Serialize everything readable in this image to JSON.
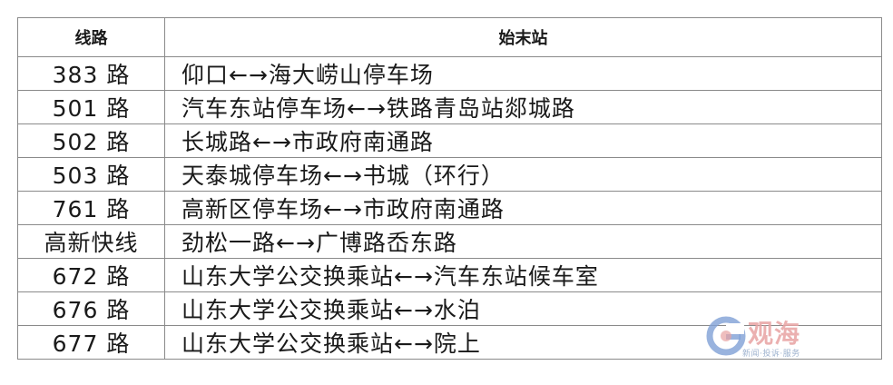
{
  "table": {
    "headers": {
      "route": "线路",
      "terminals": "始末站"
    },
    "rows": [
      {
        "route": "383 路",
        "terminals": "仰口←→海大崂山停车场"
      },
      {
        "route": "501 路",
        "terminals": "汽车东站停车场←→铁路青岛站郯城路"
      },
      {
        "route": "502 路",
        "terminals": "长城路←→市政府南通路"
      },
      {
        "route": "503 路",
        "terminals": "天泰城停车场←→书城（环行）"
      },
      {
        "route": "761 路",
        "terminals": "高新区停车场←→市政府南通路"
      },
      {
        "route": "高新快线",
        "terminals": "劲松一路←→广博路岙东路"
      },
      {
        "route": "672 路",
        "terminals": "山东大学公交换乘站←→汽车东站候车室"
      },
      {
        "route": "676 路",
        "terminals": "山东大学公交换乘站←→水泊"
      },
      {
        "route": "677 路",
        "terminals": "山东大学公交换乘站←→院上"
      }
    ]
  },
  "watermark": {
    "logo_icon": "g-logo-icon",
    "name": "观海",
    "slogan": "新闻·投诉·服务",
    "colors": {
      "logo_blue": "#7fa0d6",
      "name_red": "#e8a3a3"
    }
  }
}
